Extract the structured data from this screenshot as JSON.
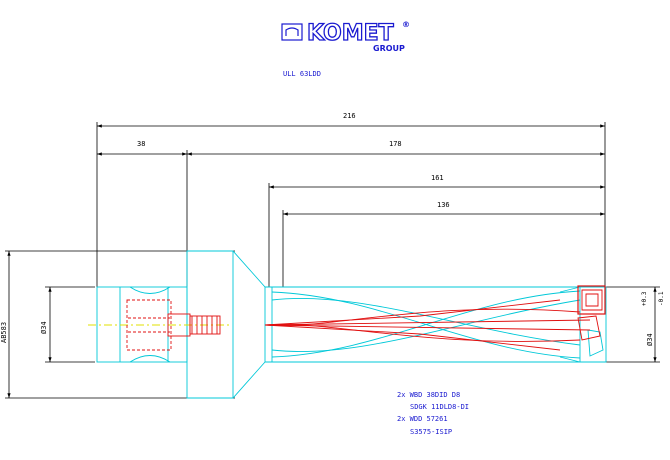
{
  "logo": {
    "brand": "KOMET",
    "registered": "®",
    "group": "GROUP",
    "color": "#1a1ad0"
  },
  "article_code": "ULL 63LDD",
  "dimensions": {
    "overall_length": "216",
    "shank_length": "38",
    "body_length": "178",
    "flute_length": "161",
    "drill_depth": "136",
    "shank_diameter": "Ø34",
    "flange_diameter": "AB583",
    "drill_diameter": "Ø34",
    "tolerance_upper": "+0.3",
    "tolerance_lower": "-0.1"
  },
  "parts_list": [
    "2x WBD 38DID D8",
    "SDGK 11DLD8-DI",
    "2x WDD 57261",
    "S3575-ISIP"
  ],
  "colors": {
    "outline": "#00c8d8",
    "section": "#e01010",
    "dimension": "#000000",
    "centerline": "#e0e000",
    "text": "#1a1ad0"
  }
}
